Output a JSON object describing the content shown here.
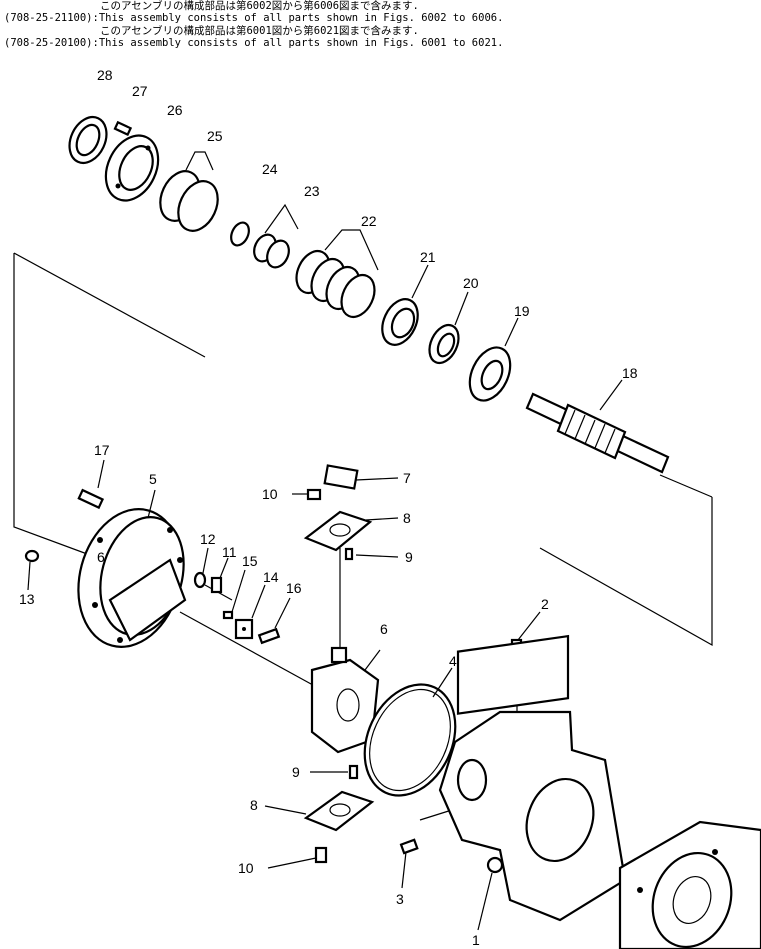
{
  "header": {
    "lines": [
      {
        "code": "",
        "text": "このアセンブリの構成部品は第6002図から第6006図まで含みます."
      },
      {
        "code": "(708-25-21100):",
        "text": "This assembly consists of all parts shown in Figs. 6002 to 6006."
      },
      {
        "code": "",
        "text": "このアセンブリの構成部品は第6001図から第6021図まで含みます."
      },
      {
        "code": "(708-25-20100):",
        "text": "This assembly consists of all parts shown in Figs. 6001 to 6021."
      }
    ]
  },
  "callouts": [
    "28",
    "27",
    "26",
    "25",
    "24",
    "23",
    "22",
    "21",
    "20",
    "19",
    "18",
    "17",
    "5",
    "10",
    "7",
    "8",
    "9",
    "12",
    "11",
    "15",
    "14",
    "16",
    "13",
    "6",
    "2",
    "6",
    "4",
    "9",
    "8",
    "10",
    "3",
    "1"
  ]
}
